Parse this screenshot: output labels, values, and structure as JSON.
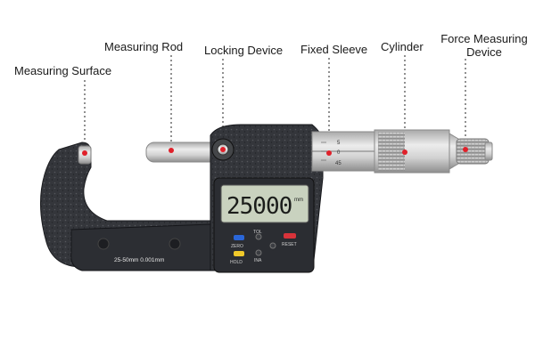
{
  "labels": {
    "measuring_surface": "Measuring Surface",
    "measuring_rod": "Measuring Rod",
    "locking_device": "Locking Device",
    "fixed_sleeve": "Fixed Sleeve",
    "cylinder": "Cylinder",
    "force_device_line1": "Force Measuring",
    "force_device_line2": "Device"
  },
  "device": {
    "display_reading": "25000",
    "display_unit": "mm",
    "range_text": "25-50mm  0.001mm",
    "sleeve_scale": [
      "5",
      "0",
      "45"
    ],
    "button_labels": [
      "ZERO",
      "TOL",
      "HOLD",
      "INA",
      "RESET"
    ]
  },
  "colors": {
    "pointer_dot": "#e0202a",
    "frame_dark": "#2c2e33",
    "display_bg": "#c9d2bf",
    "chrome": "#c8c8c8"
  }
}
